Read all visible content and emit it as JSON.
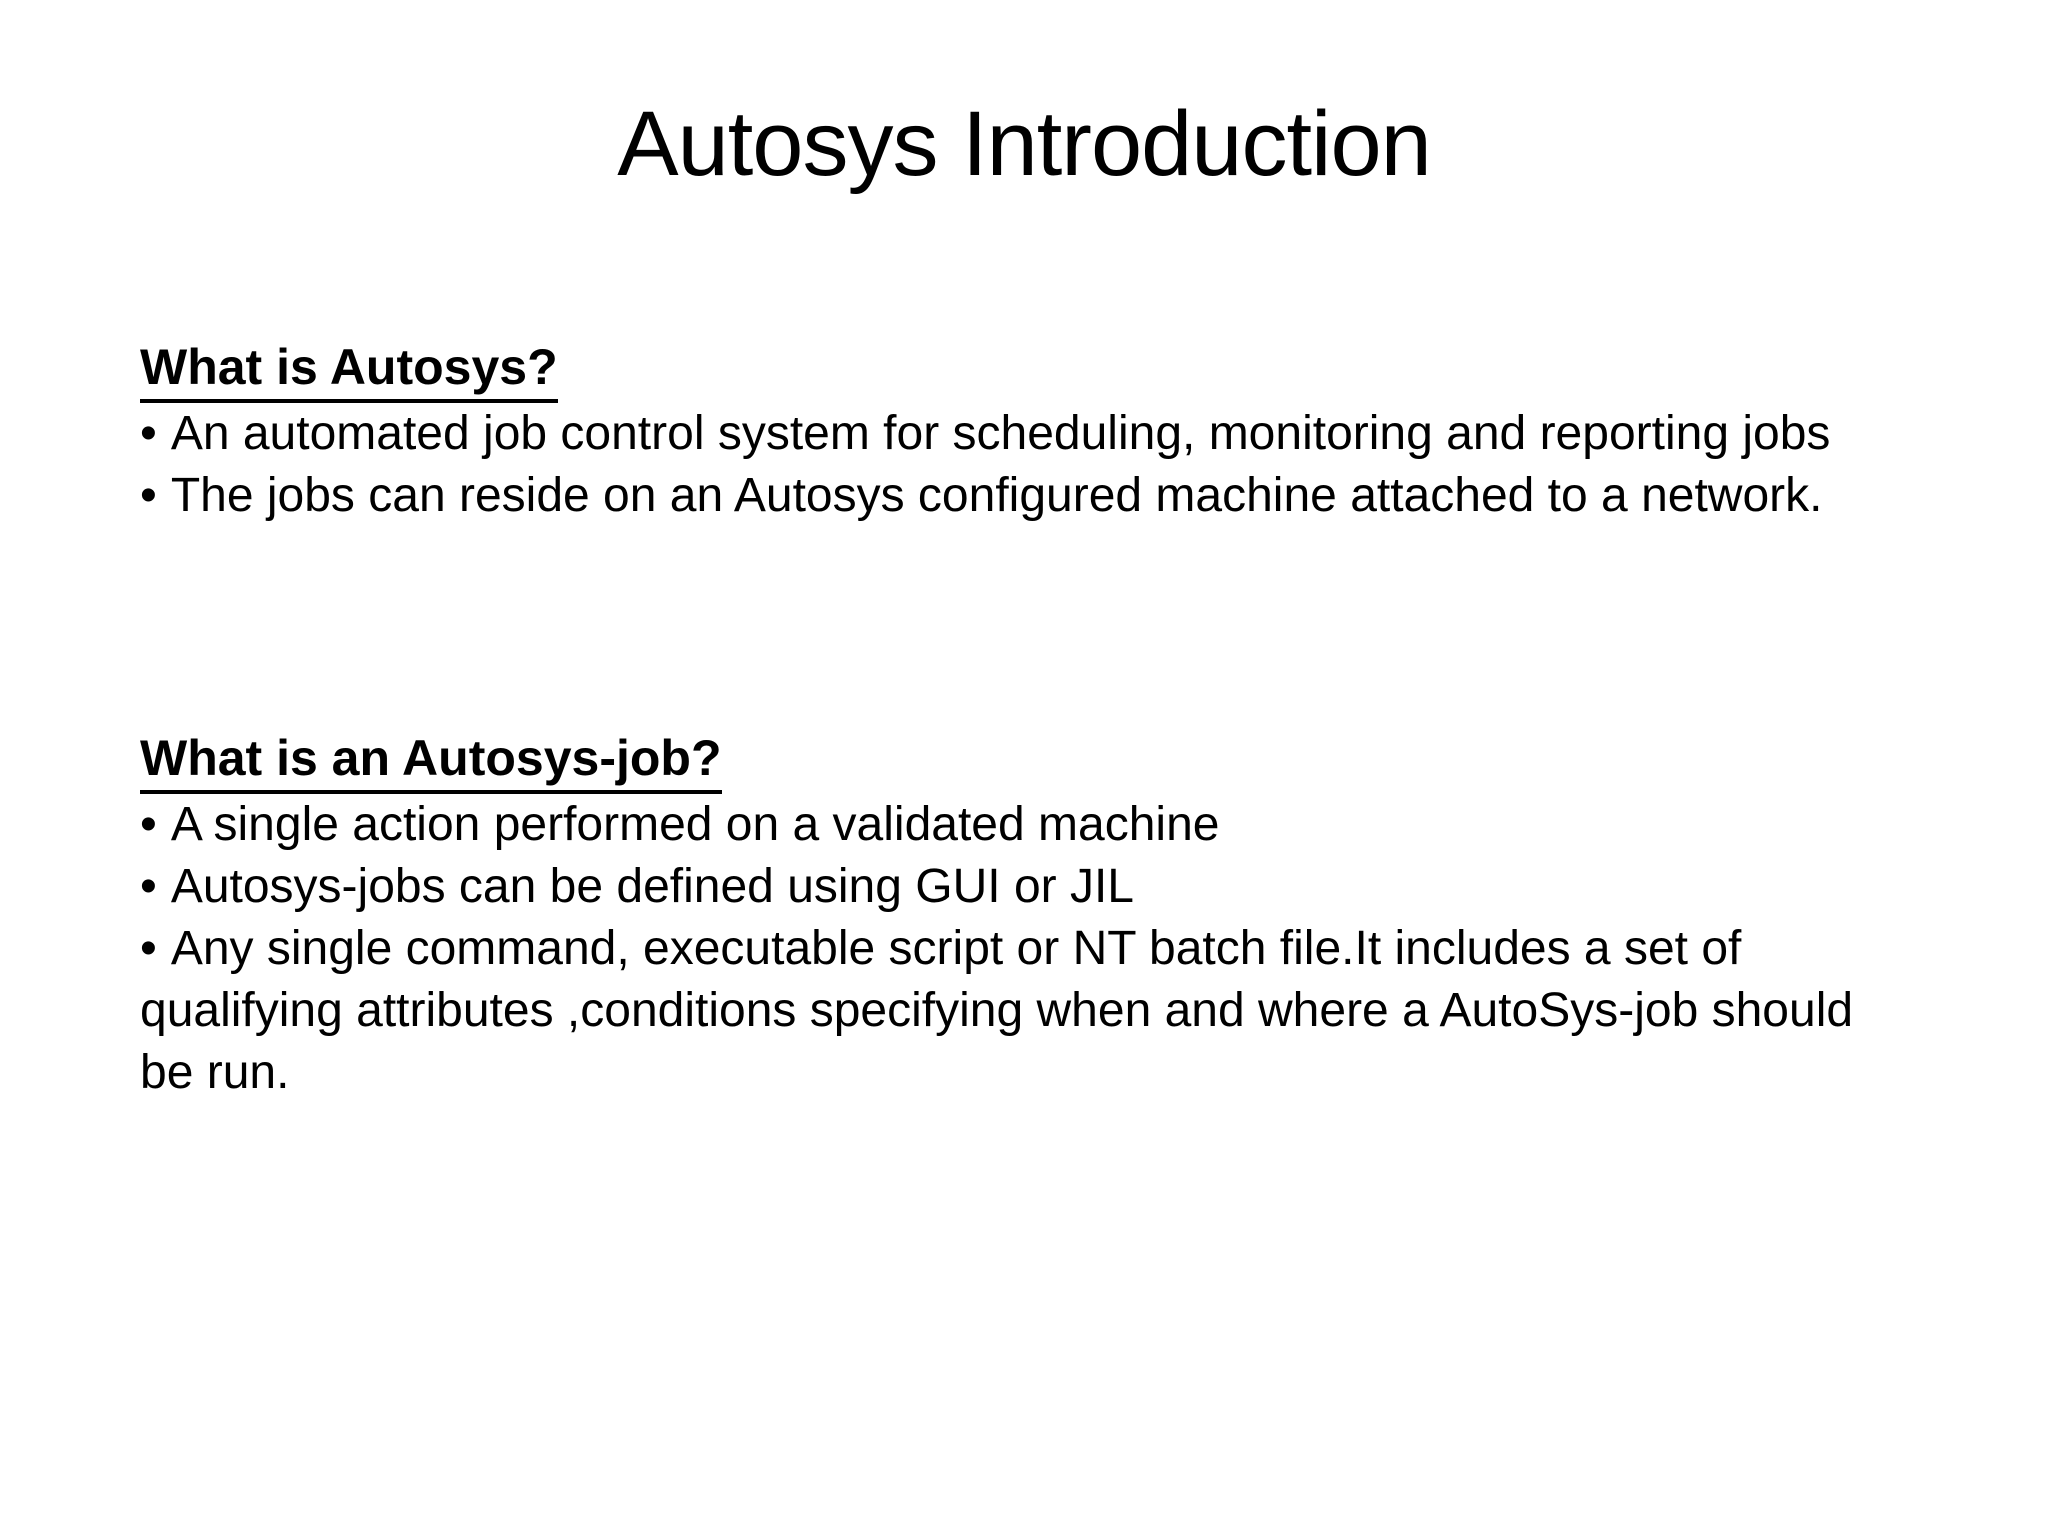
{
  "slide": {
    "title": "Autosys Introduction",
    "background_color": "#ffffff",
    "text_color": "#000000",
    "sections": [
      {
        "heading": "What is Autosys?",
        "lines": [
          {
            "bullet": "•",
            "text": "An automated job control system for scheduling, monitoring and reporting jobs"
          },
          {
            "bullet": "•",
            "text": "The jobs can reside on an Autosys configured machine attached to a network."
          }
        ]
      },
      {
        "heading": "What is an Autosys-job?",
        "lines": [
          {
            "bullet": "•",
            "text": "A single action performed on a validated machine"
          },
          {
            "bullet": "•",
            "text": "Autosys-jobs can be defined using GUI or JIL"
          },
          {
            "bullet": "•",
            "text": "Any single command, executable script or NT batch file.It includes a set of"
          },
          {
            "bullet": "",
            "text": "qualifying attributes ,conditions specifying when and where a AutoSys-job should"
          },
          {
            "bullet": "",
            "text": "be run."
          }
        ]
      }
    ]
  }
}
